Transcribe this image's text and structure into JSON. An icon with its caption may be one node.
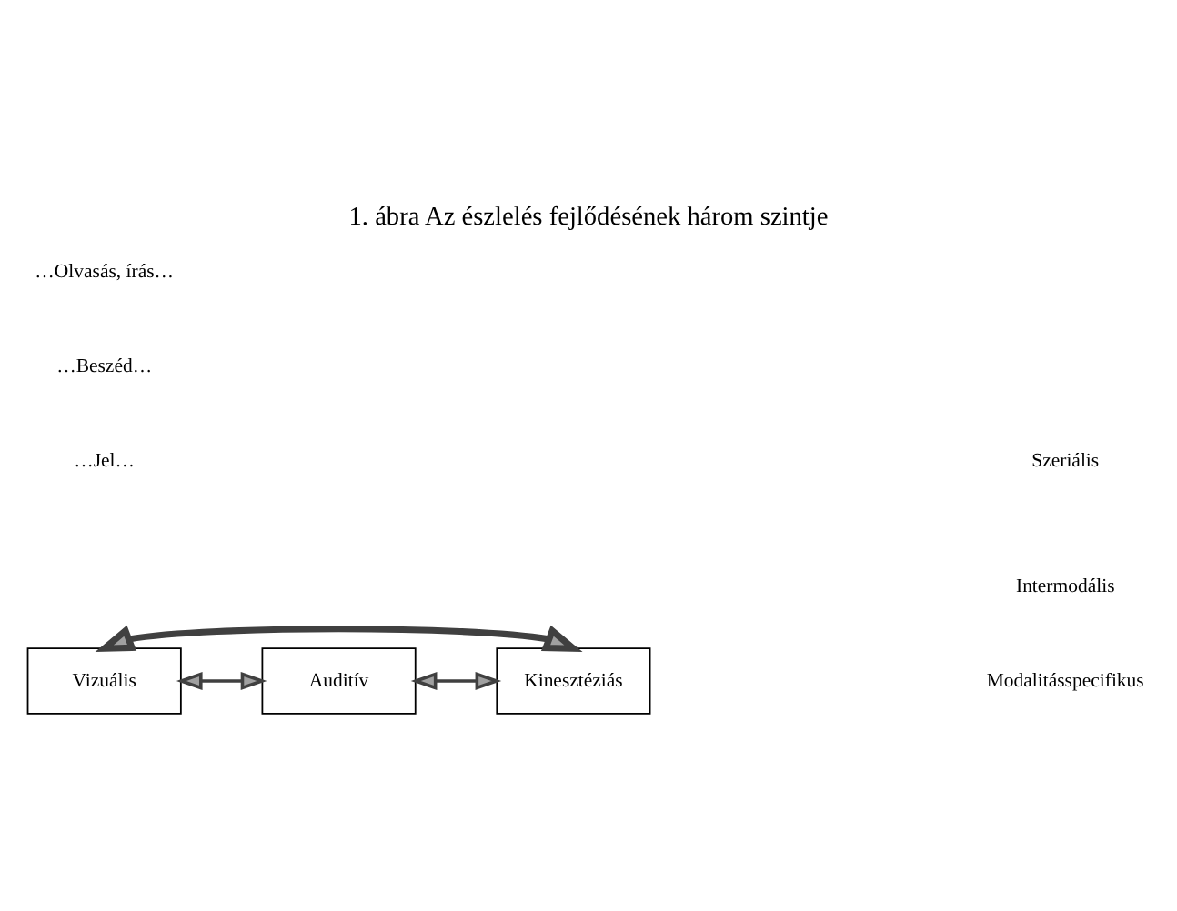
{
  "diagram": {
    "title": "1. ábra Az észlelés fejlődésének három szintje",
    "nodes": [
      {
        "text": [
          "Vizuális"
        ]
      },
      {
        "text": [
          "Auditív"
        ]
      },
      {
        "text": [
          "Kinesztéziás"
        ]
      }
    ],
    "edges": [
      {
        "from": 2,
        "to": 0,
        "arrow": "both",
        "style": "thick"
      },
      {
        "from": 0,
        "to": 1,
        "arrow": "both"
      },
      {
        "from": 1,
        "to": 2,
        "arrow": "both"
      }
    ],
    "labels": [
      "…Olvasás, írás…",
      "…Beszéd…",
      "…Jel…",
      "Szeriális",
      "Intermodális",
      "Modalitásspecifikus"
    ]
  }
}
